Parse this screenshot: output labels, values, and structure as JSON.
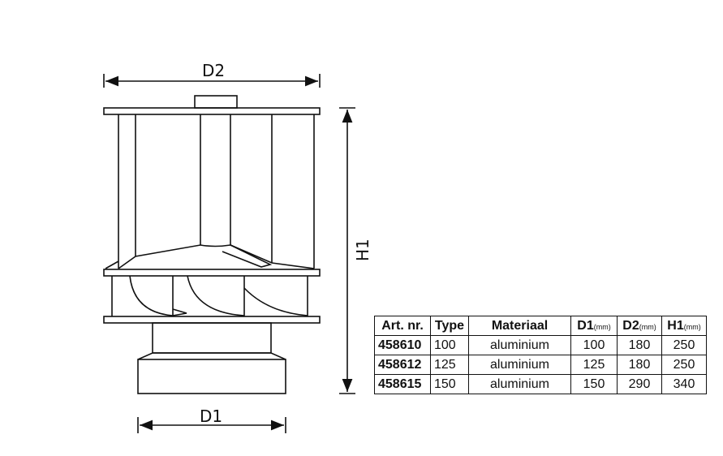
{
  "labels": {
    "d2": "D2",
    "d1": "D1",
    "h1": "H1"
  },
  "table": {
    "headers": [
      {
        "main": "Art. nr.",
        "unit": ""
      },
      {
        "main": "Type",
        "unit": ""
      },
      {
        "main": "Materiaal",
        "unit": ""
      },
      {
        "main": "D1",
        "unit": "(mm)"
      },
      {
        "main": "D2",
        "unit": "(mm)"
      },
      {
        "main": "H1",
        "unit": "(mm)"
      }
    ],
    "rows": [
      [
        "458610",
        "100",
        "aluminium",
        "100",
        "180",
        "250"
      ],
      [
        "458612",
        "125",
        "aluminium",
        "125",
        "180",
        "250"
      ],
      [
        "458615",
        "150",
        "aluminium",
        "150",
        "290",
        "340"
      ]
    ]
  }
}
